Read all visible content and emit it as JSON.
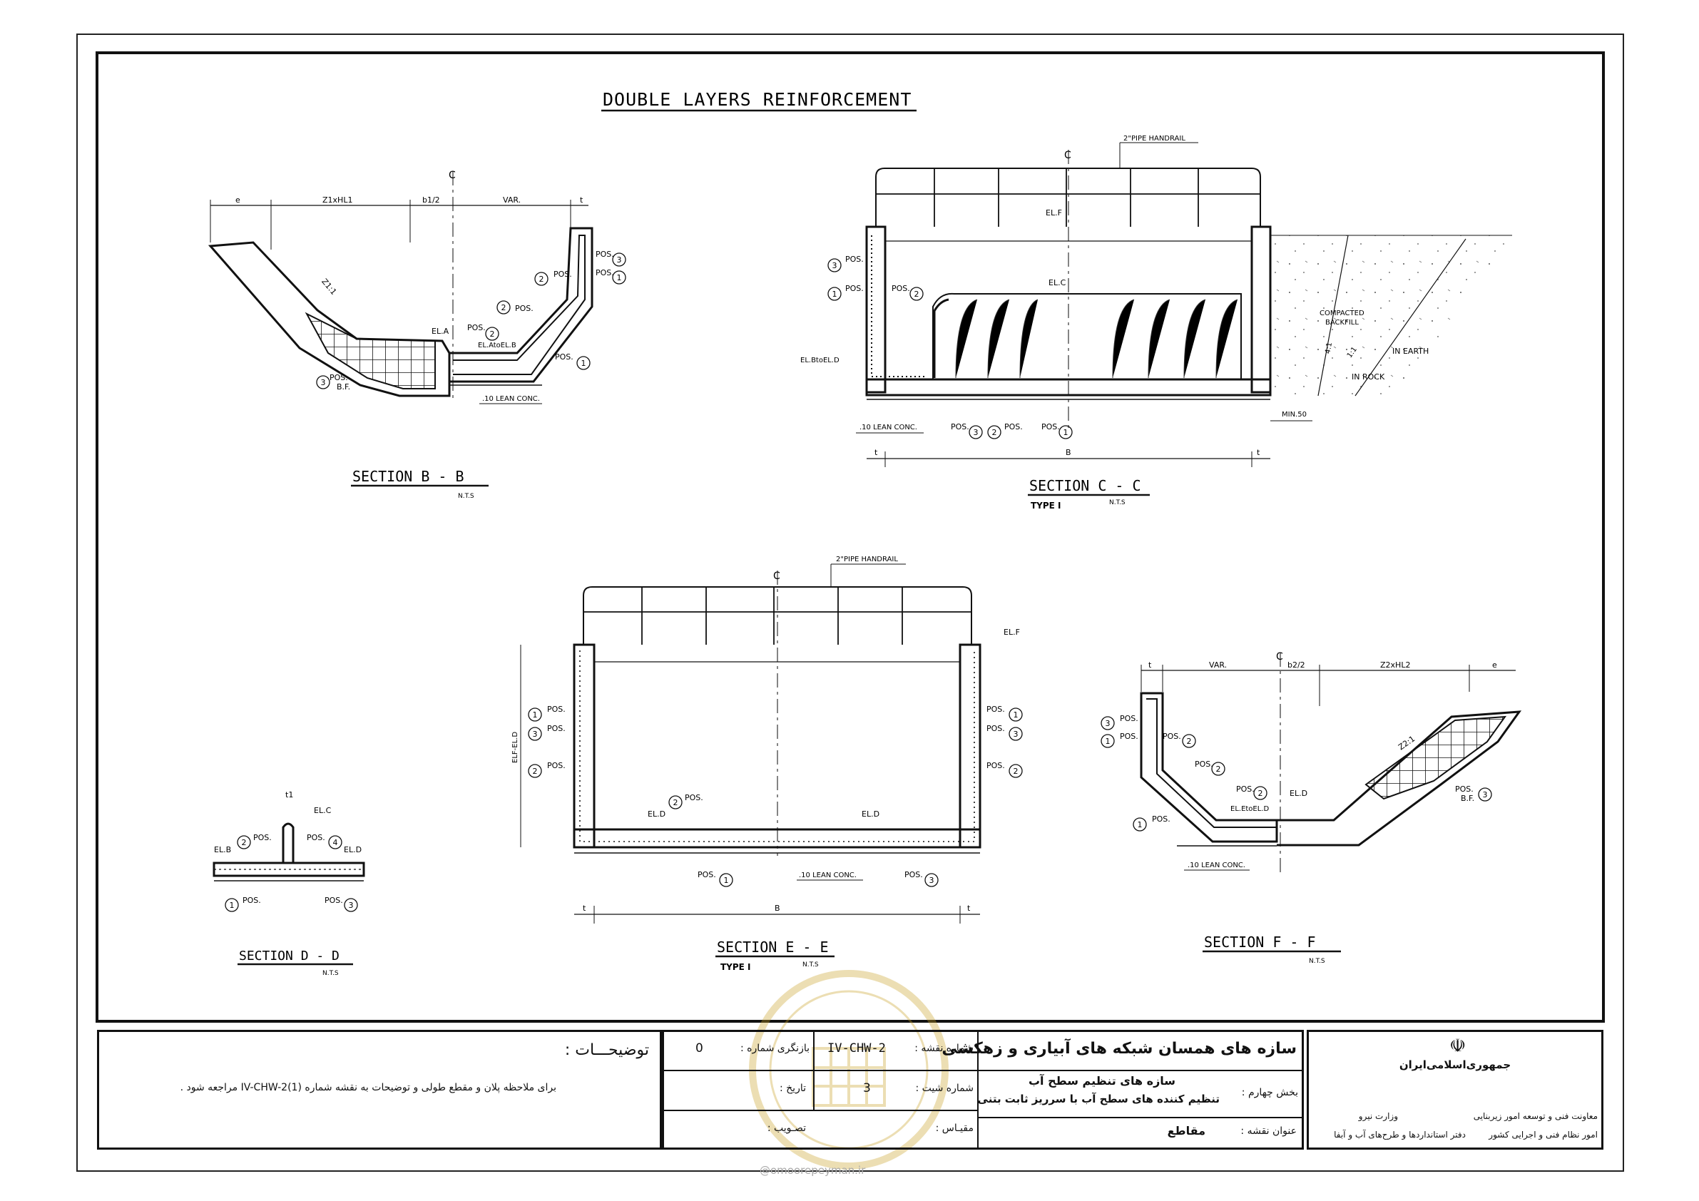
{
  "drawing": {
    "main_title": "DOUBLE LAYERS REINFORCEMENT",
    "sections": {
      "bb": {
        "title": "SECTION   B - B",
        "scale": "N.T.S"
      },
      "cc": {
        "title": "SECTION   C - C",
        "scale": "N.T.S",
        "type": "TYPE I"
      },
      "dd": {
        "title": "SECTION   D - D",
        "scale": "N.T.S"
      },
      "ee": {
        "title": "SECTION   E - E",
        "scale": "N.T.S",
        "type": "TYPE I"
      },
      "ff": {
        "title": "SECTION   F - F",
        "scale": "N.T.S"
      }
    },
    "labels": {
      "cl": "C",
      "e": "e",
      "z1hl1": "Z1xHL1",
      "b1_2": "b1/2",
      "b2_2": "b2/2",
      "var": "VAR.",
      "t": "t",
      "t1": "t1",
      "z2hl2": "Z2xHL2",
      "z1": "Z1:1",
      "z2": "Z2:1",
      "pos": "POS.",
      "bf": "B.F.",
      "ela": "EL.A",
      "elb": "EL.B",
      "elc": "EL.C",
      "eld": "EL.D",
      "elf": "EL.F",
      "el_a_to_b": "EL.AtoEL.B",
      "el_b_to_d": "EL.BtoEL.D",
      "el_e_to_d": "EL.EtoEL.D",
      "elf_eld": "ELF-EL.D",
      "lean": ".10 LEAN CONC.",
      "handrail": "2\"PIPE HANDRAIL",
      "compacted": "COMPACTED",
      "backfill": "BACKFILL",
      "in_earth": "IN EARTH",
      "in_rock": "IN ROCK",
      "min50": "MIN.50",
      "b": "B",
      "r41": "4:1",
      "r11": "1:1",
      "n1": "1",
      "n2": "2",
      "n3": "3",
      "n4": "4"
    }
  },
  "title_block": {
    "notes_heading": "توضیحـــات :",
    "notes_body": "برای ملاحظه پلان و مقطع طولی و توضیحات به نقشه شماره (IV-CHW-2(1 مراجعه شود .",
    "drawing_no_label": "شماره نقشه :",
    "drawing_no": "IV-CHW-2",
    "revision_label": "بازنگری شماره :",
    "revision": "0",
    "sheet_no_label": "شماره شیت :",
    "sheet_no": "3",
    "date_label": "تاریخ :",
    "scale_label": "مقیـاس :",
    "approval_label": "تصـویب :",
    "project_title": "سازه های همسان شبکه های آبیاری و زهکشی",
    "part_label": "بخش چهارم :",
    "part_line1": "سازه های تنظیم سطح آب",
    "part_line2": "تنظیم کننده های سطح آب با سرریز ثابت بتنی",
    "drawing_title_label": "عنوان نقشه :",
    "drawing_title": "مقاطع",
    "country": "جمهوری‌اسلامی‌ایران",
    "org1": "معاونت فنی و توسعه امور زیربنایی",
    "org2": "وزارت نیرو",
    "org3": "امور نظام فنی و اجرایی کشور",
    "org4": "دفتر استانداردها و طرح‌های آب و آبفا",
    "watermark": "@omoorepeyman.ir"
  }
}
